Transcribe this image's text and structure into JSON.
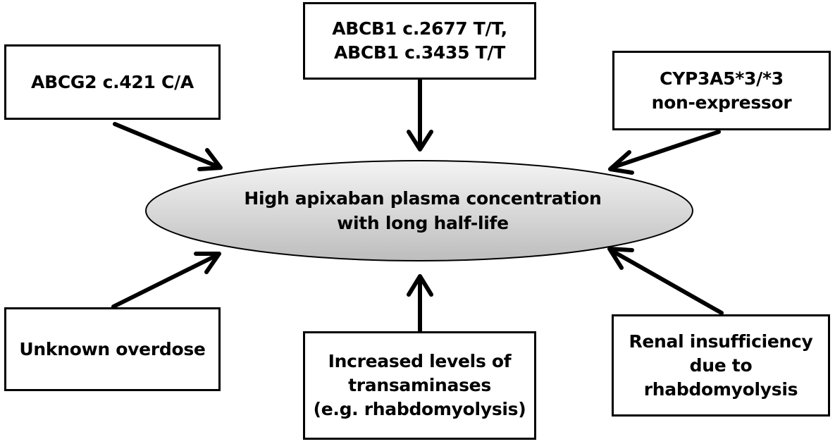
{
  "center": {
    "lines": [
      "High apixaban plasma concentration",
      "with long half-life"
    ]
  },
  "factors": {
    "top_left": {
      "lines": [
        "ABCG2 c.421 C/A"
      ]
    },
    "top_center": {
      "lines": [
        "ABCB1 c.2677 T/T,",
        "ABCB1 c.3435 T/T"
      ]
    },
    "top_right": {
      "lines": [
        "CYP3A5*3/*3",
        "non-expressor"
      ]
    },
    "bottom_left": {
      "lines": [
        "Unknown overdose"
      ]
    },
    "bottom_center": {
      "lines": [
        "Increased levels of",
        "transaminases",
        "(e.g. rhabdomyolysis)"
      ]
    },
    "bottom_right": {
      "lines": [
        "Renal insufficiency",
        "due to",
        "rhabdomyolysis"
      ]
    }
  },
  "colors": {
    "ellipse_light": "#f4f4f4",
    "ellipse_mid": "#d9d9d9",
    "ellipse_dark": "#bdbdbd",
    "stroke": "#000000"
  }
}
